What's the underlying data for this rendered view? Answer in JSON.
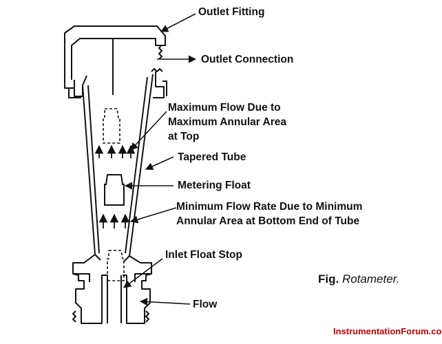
{
  "labels": {
    "outlet_fitting": "Outlet Fitting",
    "outlet_connection": "Outlet Connection",
    "max_flow": [
      "Maximum Flow Due to",
      "Maximum Annular Area",
      "at Top"
    ],
    "tapered_tube": "Tapered Tube",
    "metering_float": "Metering Float",
    "min_flow": [
      "Minimum Flow Rate Due to Minimum",
      "Annular Area at Bottom End of Tube"
    ],
    "inlet_float_stop": "Inlet Float Stop",
    "flow": "Flow"
  },
  "caption": {
    "prefix": "Fig.",
    "title": "Rotameter."
  },
  "footer": "InstrumentationForum.com",
  "colors": {
    "ink": "#111111",
    "footer": "#c80000",
    "background": "#ffffff"
  }
}
